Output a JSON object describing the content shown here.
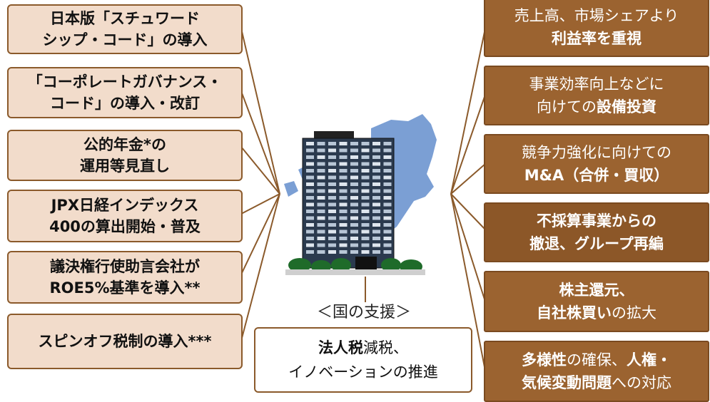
{
  "left_items": [
    {
      "lines": [
        "日本版「スチュワード",
        "シップ・コード」の導入"
      ]
    },
    {
      "lines": [
        "「コーポレートガバナンス・",
        "コード」の導入・改訂"
      ]
    },
    {
      "lines": [
        "公的年金*の",
        "運用等見直し"
      ]
    },
    {
      "lines": [
        "JPX日経インデックス",
        "400の算出開始・普及"
      ]
    },
    {
      "lines": [
        "議決権行使助言会社が",
        "ROE5%基準を導入**"
      ]
    },
    {
      "lines": [
        "スピンオフ税制の導入***"
      ]
    }
  ],
  "right_items": [
    {
      "line1": "売上高、市場シェアより",
      "line2_bold": "利益率を重視",
      "line2_rest": ""
    },
    {
      "line1": "事業効率向上などに",
      "line2_pre": "向けての",
      "line2_bold": "設備投資"
    },
    {
      "line1": "競争力強化に向けての",
      "line2_bold": "M&A（合併・買収）"
    },
    {
      "line1_bold": "不採算事業からの",
      "line2_bold": "撤退、グループ再編"
    },
    {
      "line1_bold": "株主還元、",
      "line2_bold_a": "自社株買い",
      "line2_rest": "の拡大"
    },
    {
      "l1_bold": "多様性",
      "l1_mid": "の確保、",
      "l1_bold2": "人権・",
      "l2_bold": "気候変動問題",
      "l2_rest": "への対応"
    }
  ],
  "support_label": "＜国の支援＞",
  "tax_box": {
    "bold": "法人税",
    "rest": "減税、",
    "line2": "イノベーションの推進"
  },
  "colors": {
    "left_fill": "#f2dccb",
    "right_fill": "#9b6330",
    "border": "#8b5a2b",
    "map": "#7b9fd4"
  }
}
